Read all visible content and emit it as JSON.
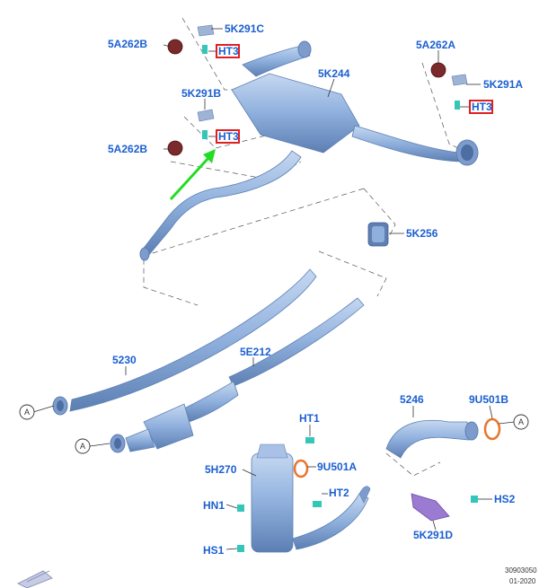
{
  "colors": {
    "label": "#1b5fd1",
    "pipe": "#8fb0dd",
    "pipe_edge": "#5c7fb3",
    "highlight_box": "#e02020",
    "pointer_arrow": "#22dd22",
    "gasket": "#e8752c",
    "bracket": "#9b7bd1",
    "clip": "#34c6b8",
    "mount": "#7a2a2a"
  },
  "labels": {
    "p5A262B_top": "5A262B",
    "p5K291C": "5K291C",
    "ht3_top": "HT3",
    "p5K244": "5K244",
    "p5A262A": "5A262A",
    "p5K291A": "5K291A",
    "ht3_right": "HT3",
    "p5K291B": "5K291B",
    "ht3_mid": "HT3",
    "p5A262B_mid": "5A262B",
    "p5K256": "5K256",
    "p5230": "5230",
    "p5E212": "5E212",
    "p5246": "5246",
    "p9U501B": "9U501B",
    "pHT1": "HT1",
    "p5H270": "5H270",
    "p9U501A": "9U501A",
    "pHT2": "HT2",
    "pHN1": "HN1",
    "pHS2": "HS2",
    "pHS1": "HS1",
    "p5K291D": "5K291D"
  },
  "connectors": {
    "a_upper": "A",
    "a_lower": "A",
    "a_right": "A"
  },
  "footer": {
    "ref_code": "30903050",
    "date": "01-2020"
  }
}
